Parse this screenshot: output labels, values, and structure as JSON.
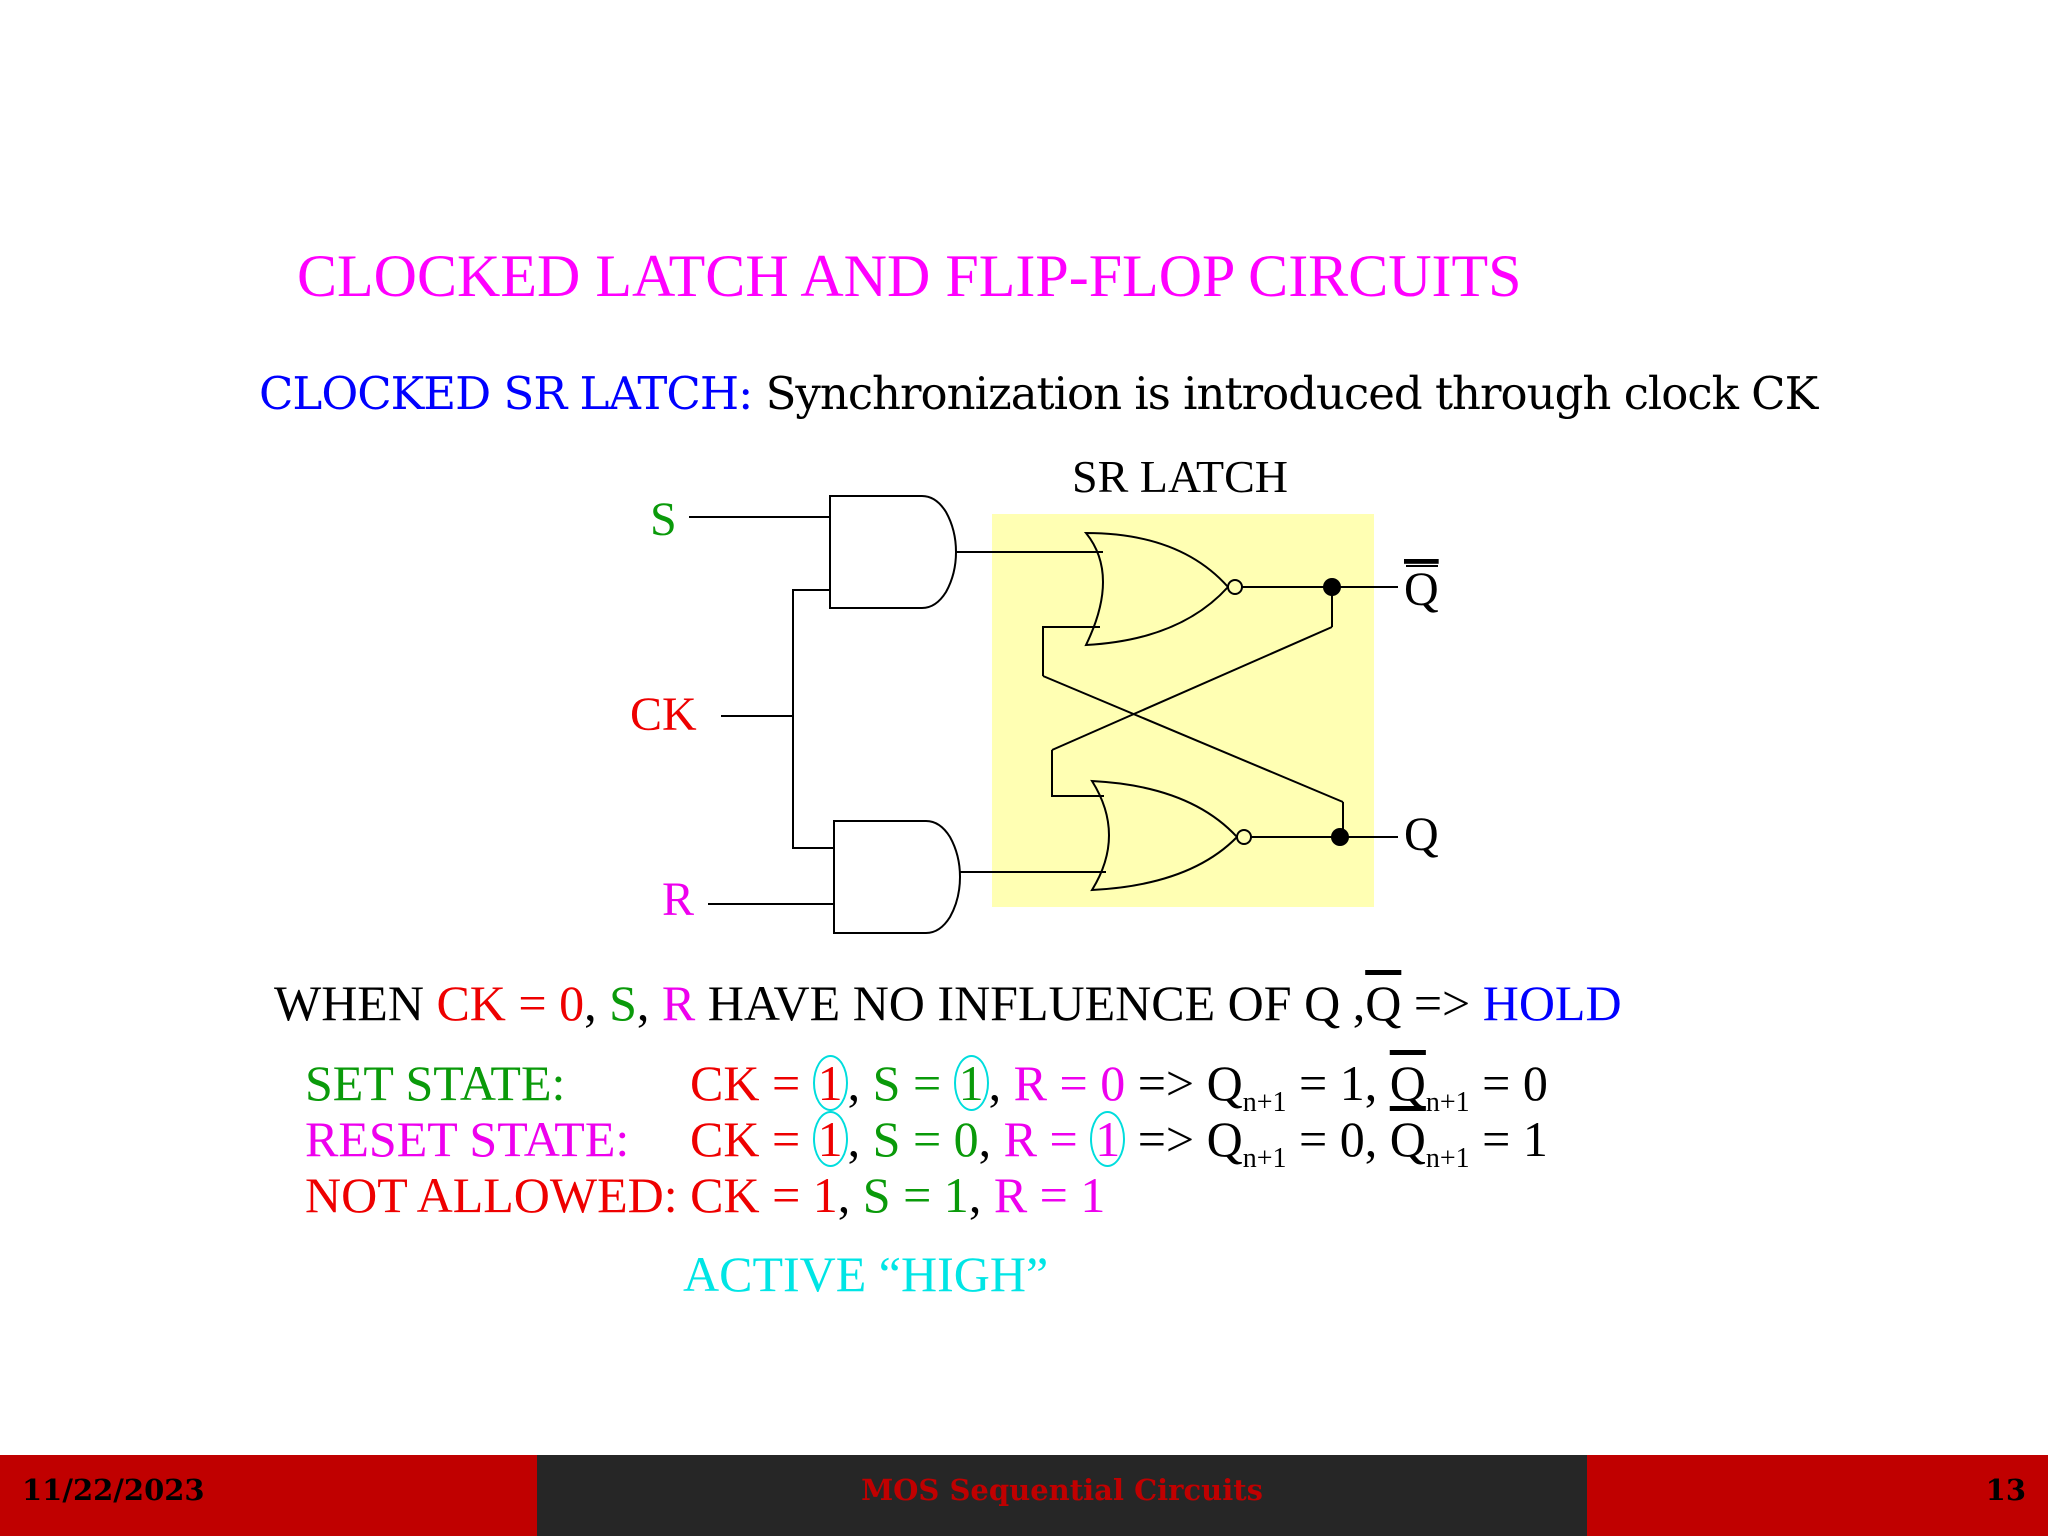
{
  "title": "CLOCKED LATCH AND FLIP-FLOP CIRCUITS",
  "subtitle": {
    "label": "CLOCKED SR LATCH:",
    "text": " Synchronization is introduced through clock CK"
  },
  "diagram": {
    "latch_label": "SR LATCH",
    "input_s": "S",
    "input_ck": "CK",
    "input_r": "R",
    "output_qbar": "Q",
    "output_q": "Q",
    "latch_bg": "#ffffb3"
  },
  "when": {
    "w1": "WHEN ",
    "ck": "CK = 0",
    "c1": ", ",
    "s": "S",
    "c2": ", ",
    "r": "R",
    "w2": " HAVE NO INFLUENCE OF  Q  ,",
    "qbar": "Q",
    "arrow": "  => ",
    "hold": "HOLD"
  },
  "set": {
    "label": "SET STATE:",
    "ck": "CK = ",
    "ck_val": "1",
    "c1": ", ",
    "s": "S = ",
    "s_val": "1",
    "c2": ", ",
    "r": "R = 0",
    "arrow": " => Q",
    "sub": "n+1",
    "eq": " = 1,   ",
    "qbar": "Q",
    "sub2": "n+1",
    "eq2": " = 0"
  },
  "reset": {
    "label": "RESET STATE:",
    "ck": "CK = ",
    "ck_val": "1",
    "c1": ", ",
    "s": "S = 0",
    "c2": ", ",
    "r": "R = ",
    "r_val": "1",
    "arrow": " => Q",
    "sub": "n+1",
    "eq": " = 0,   ",
    "qbar": "Q",
    "sub2": "n+1",
    "eq2": " = 1"
  },
  "notallowed": {
    "label": "NOT ALLOWED:",
    "ck": " CK = 1",
    "c1": ", ",
    "s": "S = 1",
    "c2": ", ",
    "r": "R = 1"
  },
  "active": "ACTIVE “HIGH”",
  "footer": {
    "date": "11/22/2023",
    "center": "MOS Sequential Circuits",
    "page": "13"
  }
}
